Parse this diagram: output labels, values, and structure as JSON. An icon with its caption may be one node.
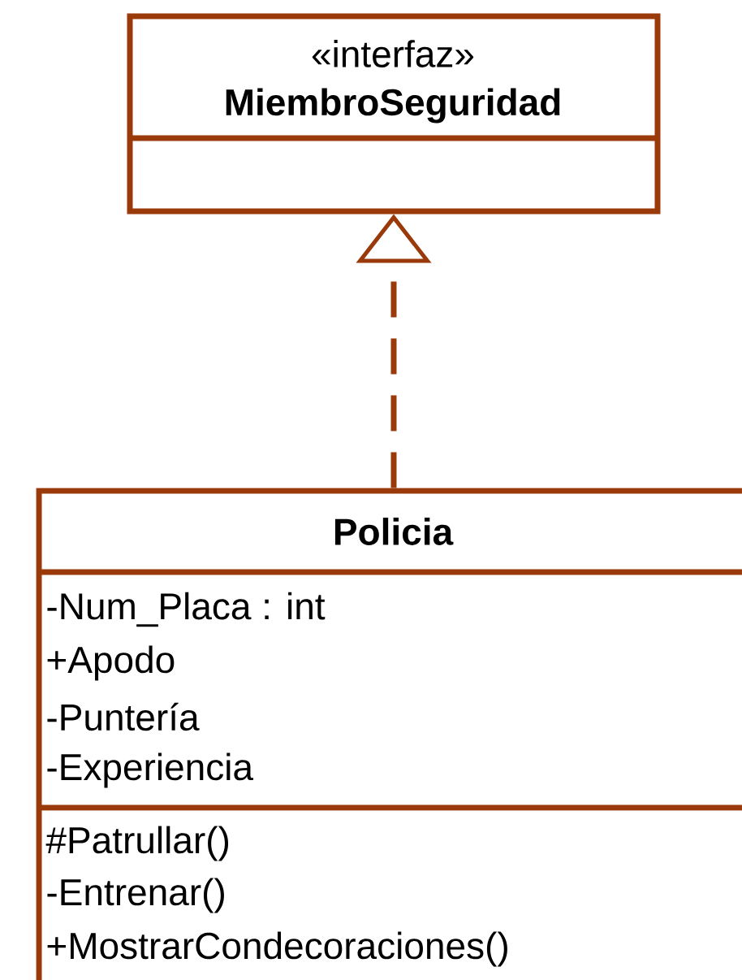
{
  "diagram": {
    "nodes": [
      {
        "text": [
          "«interfaz»",
          "MiembroSeguridad"
        ]
      },
      {
        "text": [
          "Policia",
          "-Num_Placa : int",
          "+Apodo",
          "-Puntería",
          "-Experiencia",
          "#Patrullar()",
          "-Entrenar()",
          "+MostrarCondecoraciones()"
        ]
      }
    ],
    "edges": [
      {
        "from": 1,
        "to": 0,
        "arrow": "to",
        "style": "dashed"
      }
    ]
  }
}
